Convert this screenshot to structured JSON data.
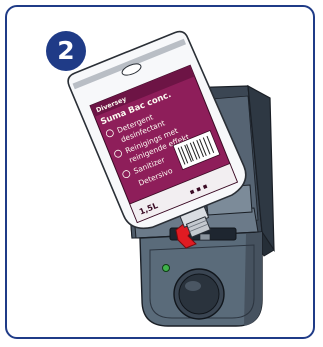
{
  "step": {
    "number": "2"
  },
  "pouch_label": {
    "brand": "Diversey",
    "title": "Suma Bac conc.",
    "line_1": "Detergent",
    "line_2": "desinfectant",
    "line_3": "Reinigings met",
    "line_4": "reinigende effekt",
    "line_5": "Sanitizer",
    "line_6": "Detersivo",
    "size": "1,5L"
  },
  "colors": {
    "frame_border": "#1f3b87",
    "badge_fill": "#1f3b87",
    "dispenser_body": "#5a6b7a",
    "dispenser_face": "#4a5765",
    "pouch_label": "#8e1e5a",
    "connector": "#e01b22",
    "led": "#3fb24b"
  },
  "icons": {
    "pouch": "refill-pouch-icon",
    "dispenser": "wall-dispenser-icon",
    "connector": "red-connector-icon",
    "led": "green-indicator-light-icon",
    "button": "push-button-icon"
  }
}
